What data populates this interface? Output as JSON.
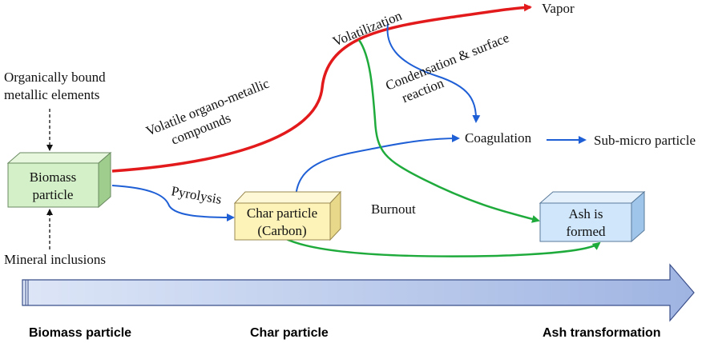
{
  "boxes": {
    "biomass": {
      "line1": "Biomass",
      "line2": "particle"
    },
    "char": {
      "line1": "Char particle",
      "line2": "(Carbon)"
    },
    "ash": {
      "line1": "Ash is",
      "line2": "formed"
    }
  },
  "labels": {
    "organic_line1": "Organically bound",
    "organic_line2": "metallic elements",
    "mineral": "Mineral inclusions",
    "volatile_line1": "Volatile organo-metallic",
    "volatile_line2": "compounds",
    "volatilization": "Volatilization",
    "vapor": "Vapor",
    "condensation_line1": "Condensation & surface",
    "condensation_line2": "reaction",
    "coagulation": "Coagulation",
    "submicro": "Sub-micro particle",
    "pyrolysis": "Pyrolysis",
    "burnout": "Burnout"
  },
  "stages": {
    "biomass": "Biomass particle",
    "char": "Char particle",
    "ash": "Ash transformation"
  },
  "colors": {
    "red_path": "#e31a1c",
    "blue_path": "#1f5fd6",
    "green_path": "#1faa3c",
    "biomass_fill": "#d4f0c8",
    "char_fill": "#fdf2b8",
    "ash_fill": "#cfe6fb",
    "timeline_fill": "#a9bde6"
  }
}
